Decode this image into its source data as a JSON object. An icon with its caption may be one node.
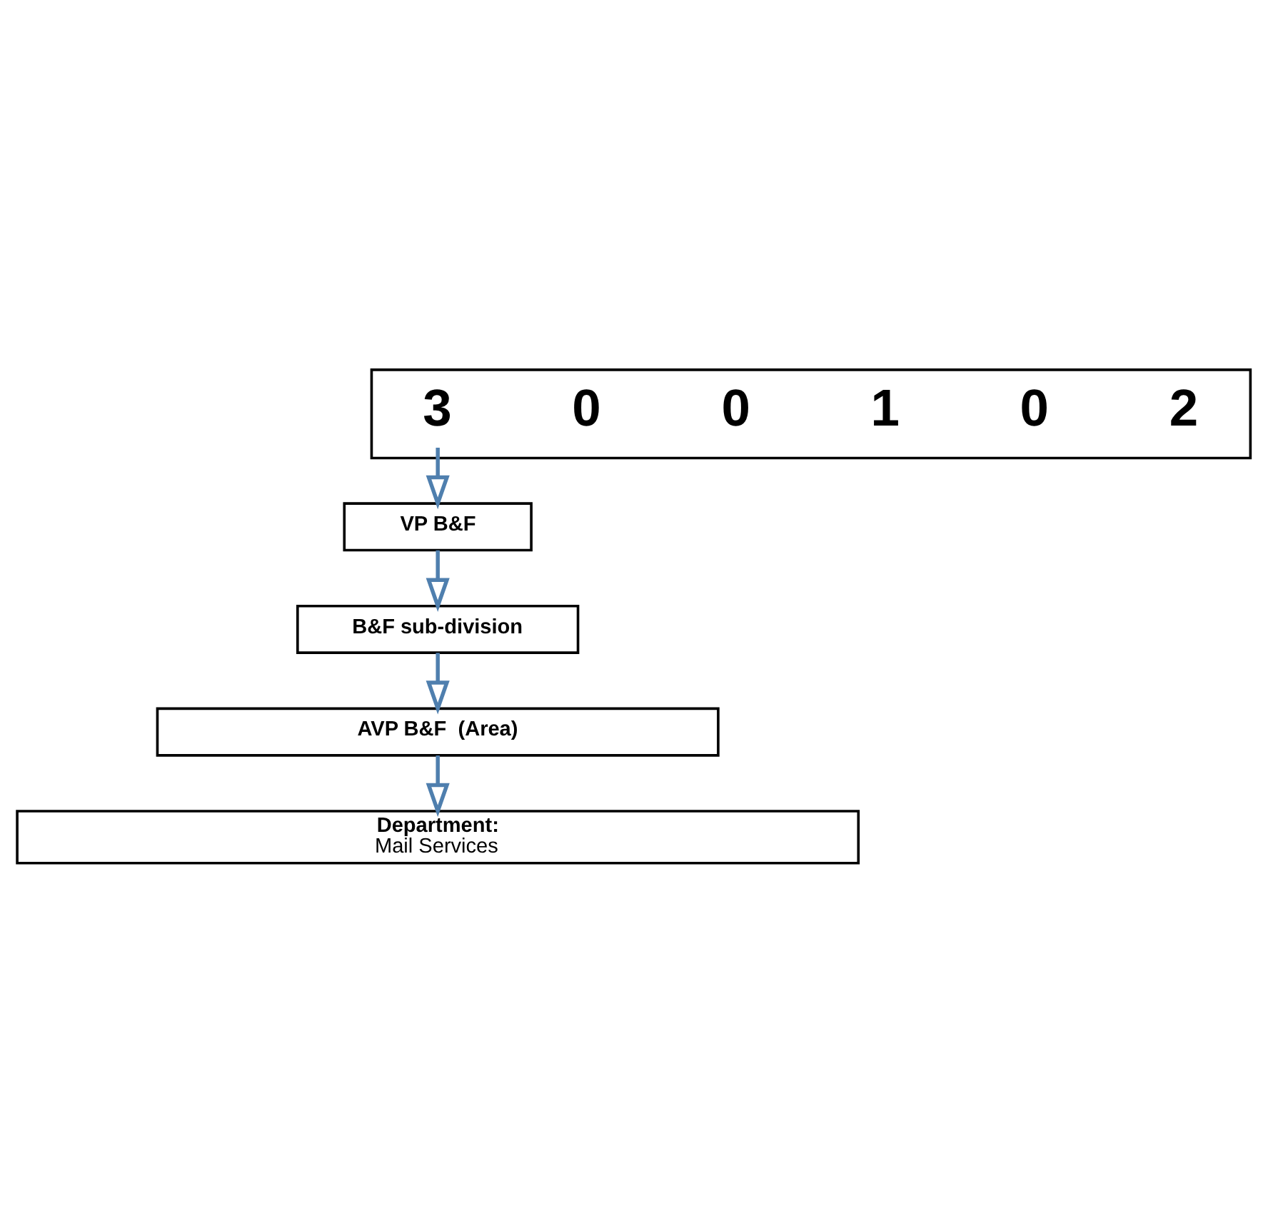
{
  "diagram": {
    "nodes": [
      {
        "text": [],
        "shape": "box"
      },
      {
        "text": [
          "3"
        ],
        "in": 0
      },
      {
        "text": [
          "0"
        ],
        "in": 0
      },
      {
        "text": [
          "0"
        ],
        "in": 0
      },
      {
        "text": [
          "1"
        ],
        "in": 0
      },
      {
        "text": [
          "0"
        ],
        "in": 0
      },
      {
        "text": [
          "2"
        ],
        "in": 0
      },
      {
        "text": [
          "VP B&F"
        ]
      },
      {
        "text": [
          "B&F sub-division"
        ]
      },
      {
        "text": [
          "AVP B&F  (Area)"
        ]
      },
      {
        "text": [
          "Department:",
          "Mail Services"
        ]
      }
    ],
    "edges": [
      {
        "from": 1,
        "to": 7,
        "arrow": "to"
      },
      {
        "from": 7,
        "to": 8,
        "arrow": "to"
      },
      {
        "from": 8,
        "to": 9,
        "arrow": "to"
      },
      {
        "from": 9,
        "to": 10,
        "arrow": "to"
      }
    ]
  }
}
